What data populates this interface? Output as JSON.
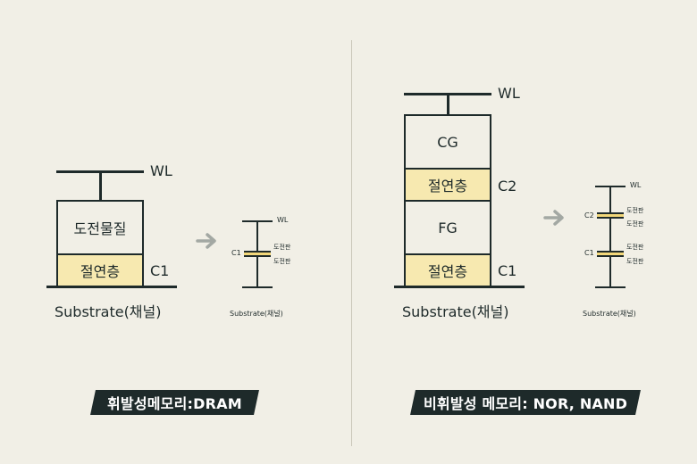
{
  "left": {
    "wl": "WL",
    "conductor": "도전물질",
    "insulator": "절연층",
    "c1": "C1",
    "substrate": "Substrate(채널)",
    "mini": {
      "wl": "WL",
      "c1": "C1",
      "plate1": "도전판",
      "plate2": "도전판",
      "substrate": "Substrate(채널)"
    },
    "badge": "휘발성메모리:DRAM"
  },
  "right": {
    "wl": "WL",
    "cg": "CG",
    "insulator_top": "절연층",
    "c2": "C2",
    "fg": "FG",
    "insulator_bottom": "절연층",
    "c1": "C1",
    "substrate": "Substrate(채널)",
    "mini": {
      "wl": "WL",
      "c2": "C2",
      "c1": "C1",
      "plate_a": "도전판",
      "plate_b": "도전판",
      "plate_c": "도전판",
      "plate_d": "도전판",
      "substrate": "Substrate(채널)"
    },
    "badge": "비휘발성 메모리: NOR, NAND"
  },
  "colors": {
    "background": "#f1efe6",
    "ink": "#1e2a2a",
    "insulator": "#f7e9b0",
    "arrow": "#a3a8a3"
  }
}
